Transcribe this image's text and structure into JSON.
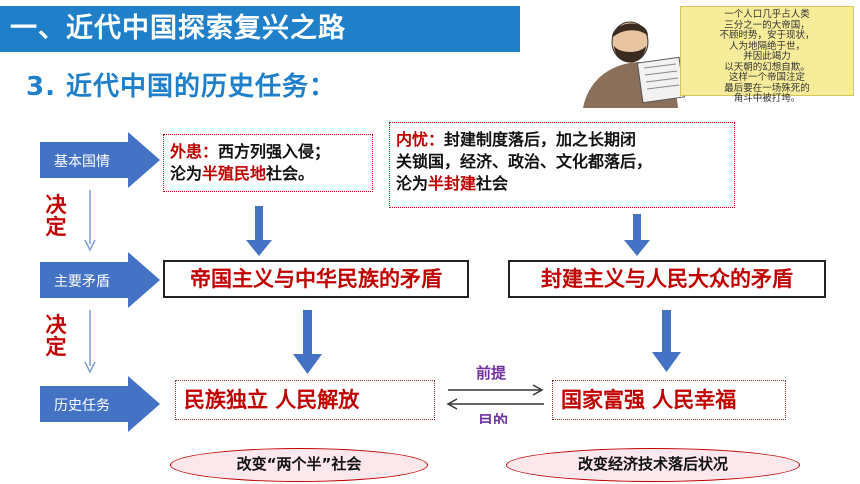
{
  "header": {
    "title": "一、近代中国探索复兴之路"
  },
  "subtitle": "3. 近代中国的历史任务：",
  "quote_lines": [
    "一个人口几乎占人类",
    "三分之一的大帝国，",
    "不顾时势，安于现状，",
    "人为地隔绝于世，",
    "并因此竭力",
    "以天朝的幻想自欺。",
    "这样一个帝国注定",
    "最后要在一场殊死的",
    "角斗中被打垮。"
  ],
  "left_arrows": [
    "基本国情",
    "主要矛盾",
    "历史任务"
  ],
  "decide": "决定",
  "external": {
    "title": "外患：",
    "line1": "西方列强入侵；",
    "line2_prefix": "沦为",
    "line2_highlight": "半殖民地",
    "line2_suffix": "社会。"
  },
  "internal": {
    "title": "内忧：",
    "line1": "封建制度落后，加之长期闭",
    "line2": "关锁国，经济、政治、文化都落后，",
    "line3_prefix": "沦为",
    "line3_highlight": "半封建",
    "line3_suffix": "社会"
  },
  "contradictions": {
    "left": "帝国主义与中华民族的矛盾",
    "right": "封建主义与人民大众的矛盾"
  },
  "tasks": {
    "left": "民族独立 人民解放",
    "right": "国家富强 人民幸福"
  },
  "relation": {
    "top": "前提",
    "bottom": "目的"
  },
  "bottom_ellipses": {
    "left": "改变“两个半”社会",
    "right": "改变经济技术落后状况"
  },
  "colors": {
    "header_blue": "#1f7fc9",
    "arrow_blue": "#4472c4",
    "red": "#c00000",
    "purple": "#7030a0"
  }
}
